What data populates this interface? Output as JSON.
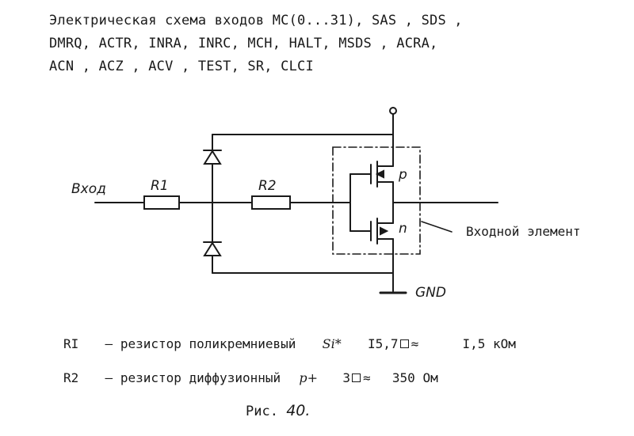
{
  "heading": {
    "line1": "Электрическая схема входов MC(0...31),  SAS , SDS   ,",
    "line2": "DMRQ, ACTR, INRA, INRC, MCH, HALT, MSDS  , ACRA,",
    "line3": "ACN , ACZ , ACV , TEST, SR, CLCI"
  },
  "schematic": {
    "input_label": "Вход",
    "r1_label": "R1",
    "r2_label": "R2",
    "p_label": "p",
    "n_label": "n",
    "element_label": "Входной элемент",
    "gnd_label": "GND"
  },
  "legend": {
    "r1": {
      "name": "RI",
      "dash": "–",
      "desc": "резистор поликремниевый",
      "symbol": "Si*",
      "value": "I5,7",
      "approx": "≈",
      "resistance": "I,5 кОм"
    },
    "r2": {
      "name": "R2",
      "dash": "–",
      "desc": "резистор диффузионный",
      "symbol": "p+",
      "value": "3",
      "approx": "≈",
      "resistance": "350 Ом"
    }
  },
  "caption": {
    "prefix": "Рис.",
    "number": "40."
  }
}
